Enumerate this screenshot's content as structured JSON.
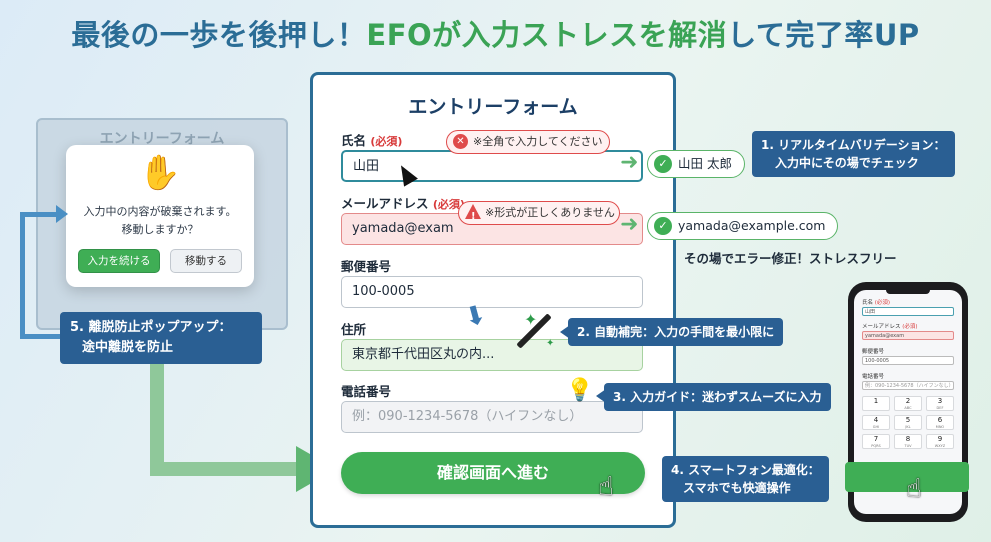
{
  "headline": {
    "part1": "最後の一歩を後押し！",
    "part2": "EFOが入力ストレスを",
    "part3": "解消",
    "part4": "して完了率UP"
  },
  "background_form": {
    "title": "エントリーフォーム"
  },
  "popup": {
    "message_line1": "入力中の内容が破棄されます。",
    "message_line2": "移動しますか？",
    "continue_label": "入力を続ける",
    "move_label": "移動する"
  },
  "form": {
    "title": "エントリーフォーム",
    "name": {
      "label": "氏名",
      "required": "(必須)",
      "value": "山田",
      "error": "※全角で入力してください",
      "validated": "山田 太郎"
    },
    "email": {
      "label": "メールアドレス",
      "required": "(必須)",
      "value": "yamada@exam",
      "error": "※形式が正しくありません",
      "validated": "yamada@example.com"
    },
    "postal": {
      "label": "郵便番号",
      "value": "100-0005"
    },
    "address": {
      "label": "住所",
      "value": "東京都千代田区丸の内..."
    },
    "phone": {
      "label": "電話番号",
      "placeholder": "例：090-1234-5678（ハイフンなし）"
    },
    "submit_label": "確認画面へ進む"
  },
  "features": {
    "f1_line1": "1. リアルタイムバリデーション：",
    "f1_line2": "入力中にその場でチェック",
    "stress_free": "その場でエラー修正！ストレスフリー",
    "f2": "2. 自動補完：入力の手間を最小限に",
    "f3": "3. 入力ガイド：迷わずスムーズに入力",
    "f4_line1": "4. スマートフォン最適化：",
    "f4_line2": "スマホでも快適操作",
    "f5_line1": "5. 離脱防止ポップアップ：",
    "f5_line2": "途中離脱を防止"
  },
  "phone_screen": {
    "name_label": "氏名",
    "req": "(必須)",
    "name_value": "山田",
    "email_label": "メールアドレス",
    "email_value": "yamada@exam",
    "postal_label": "郵便番号",
    "postal_value": "100-0005",
    "tel_label": "電話番号",
    "tel_placeholder": "例：090-1234-5678（ハイフンなし）",
    "keys": [
      {
        "n": "1",
        "s": ""
      },
      {
        "n": "2",
        "s": "ABC"
      },
      {
        "n": "3",
        "s": "DEF"
      },
      {
        "n": "4",
        "s": "GHI"
      },
      {
        "n": "5",
        "s": "JKL"
      },
      {
        "n": "6",
        "s": "MNO"
      },
      {
        "n": "7",
        "s": "PQRS"
      },
      {
        "n": "8",
        "s": "TUV"
      },
      {
        "n": "9",
        "s": "WXYZ"
      }
    ]
  },
  "colors": {
    "accent_blue": "#2b6d96",
    "accent_green": "#3fae55",
    "error_red": "#df4b4b",
    "label_navy": "#2a5f93"
  }
}
